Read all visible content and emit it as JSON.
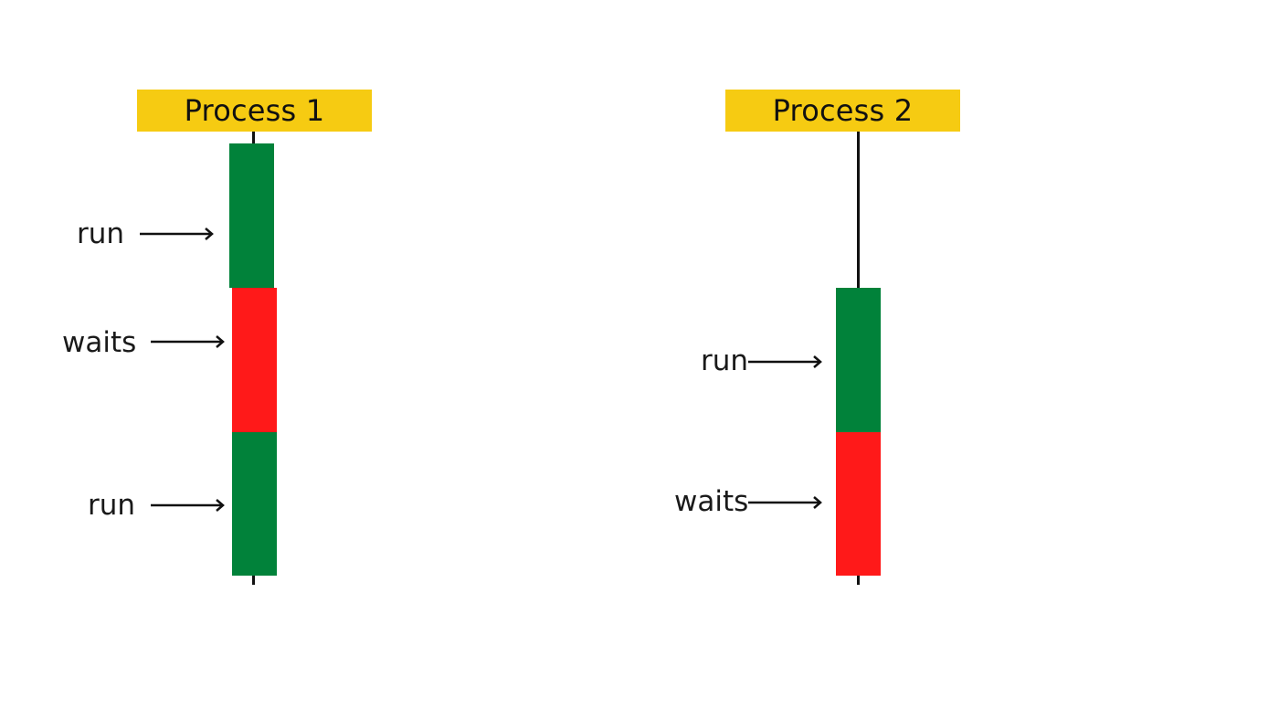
{
  "colors": {
    "title_bg": "#f6cb12",
    "run": "#01823a",
    "waits": "#ff1919",
    "line": "#111111"
  },
  "processes": [
    {
      "title": "Process 1",
      "segments": [
        {
          "state": "run",
          "label": "run"
        },
        {
          "state": "waits",
          "label": "waits"
        },
        {
          "state": "run",
          "label": "run"
        }
      ]
    },
    {
      "title": "Process 2",
      "segments": [
        {
          "state": "run",
          "label": "run"
        },
        {
          "state": "waits",
          "label": "waits"
        }
      ]
    }
  ]
}
